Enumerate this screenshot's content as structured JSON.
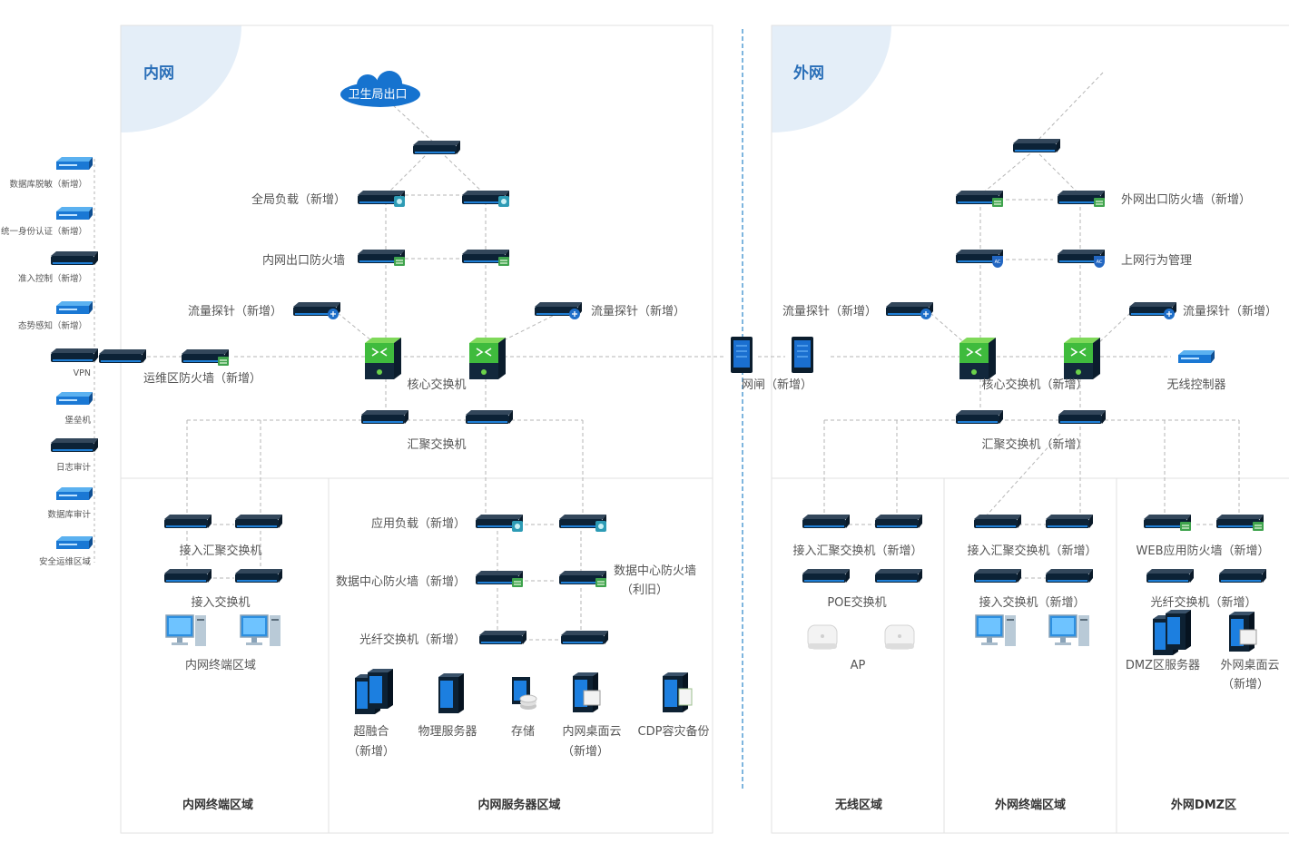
{
  "networks": {
    "intranet": "内网",
    "extranet": "外网"
  },
  "cloud": {
    "label": "卫生局出口"
  },
  "left_security": [
    "数据库脱敏（新增）",
    "统一身份认证（新增）",
    "准入控制（新增）",
    "态势感知（新增）",
    "VPN",
    "堡垒机",
    "日志审计",
    "数据库审计",
    "安全运维区域"
  ],
  "intranet": {
    "global_lb": "全局负载（新增）",
    "exit_fw": "内网出口防火墙",
    "probe_left": "流量探针（新增）",
    "probe_right": "流量探针（新增）",
    "ops_fw": "运维区防火墙（新增）",
    "core_switch": "核心交换机",
    "agg_switch": "汇聚交换机",
    "access_agg": "接入汇聚交换机",
    "access": "接入交换机",
    "terminals": "内网终端区域",
    "app_lb": "应用负载（新增）",
    "dc_fw": "数据中心防火墙（新增）",
    "dc_fw_old": [
      "数据中心防火墙",
      "（利旧）"
    ],
    "fiber": "光纤交换机（新增）",
    "servers": {
      "hci": [
        "超融合",
        "（新增）"
      ],
      "physical": "物理服务器",
      "storage": "存储",
      "vdi": [
        "内网桌面云",
        "（新增）"
      ],
      "cdp": "CDP容灾备份"
    }
  },
  "gateway": "网闸（新增）",
  "extranet": {
    "probe_left": "流量探针（新增）",
    "probe_right": "流量探针（新增）",
    "exit_fw": "外网出口防火墙（新增）",
    "behavior": "上网行为管理",
    "core_switch": "核心交换机（新增）",
    "wlc": "无线控制器",
    "agg_switch": "汇聚交换机（新增）",
    "wireless": {
      "access_agg": "接入汇聚交换机（新增）",
      "poe": "POE交换机",
      "ap": "AP"
    },
    "terminal": {
      "access_agg": "接入汇聚交换机（新增）",
      "access": "接入交换机（新增）"
    },
    "dmz": {
      "waf": "WEB应用防火墙（新增）",
      "fiber": "光纤交换机（新增）",
      "servers": "DMZ区服务器",
      "vdi": [
        "外网桌面云",
        "（新增）"
      ]
    }
  },
  "zones": {
    "intranet_terminal": "内网终端区域",
    "intranet_server": "内网服务器区域",
    "wireless": "无线区域",
    "extranet_terminal": "外网终端区域",
    "extranet_dmz": "外网DMZ区"
  },
  "colors": {
    "accent": "#2a6fb8",
    "zone_bg": "#e4eef8",
    "divider": "#2a84c8",
    "device_blue": "#1a78d4",
    "core_green": "#46c04a"
  }
}
